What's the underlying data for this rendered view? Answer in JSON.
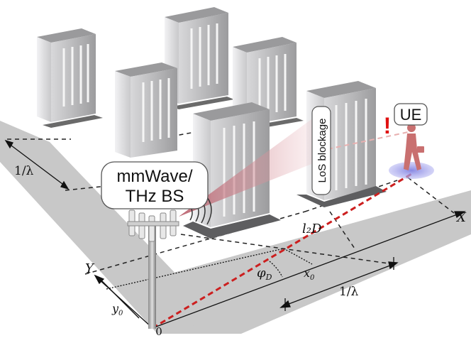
{
  "labels": {
    "bs_line1": "mmWave/",
    "bs_line2": "THz BS",
    "ue": "UE",
    "blockage": "LoS blockage",
    "exclaim": "!",
    "origin": "0",
    "axis_x": "X",
    "axis_y": "Y",
    "inv_lambda_left": "1/λ",
    "inv_lambda_bottom": "1/λ",
    "l2d": "l₂D",
    "phi": "φ",
    "phi_sub": "D",
    "x0": "x",
    "x0_sub": "0",
    "y0": "y",
    "y0_sub": "0"
  },
  "colors": {
    "road": "#c8c8c8",
    "building_front": "#b8b8ba",
    "building_side": "#e4e4e6",
    "building_top": "#9a9a9c",
    "los_link": "#cc1f1f",
    "beam": "#c0707a",
    "ue_disc": "#8f8fe8",
    "person": "#c97070"
  }
}
